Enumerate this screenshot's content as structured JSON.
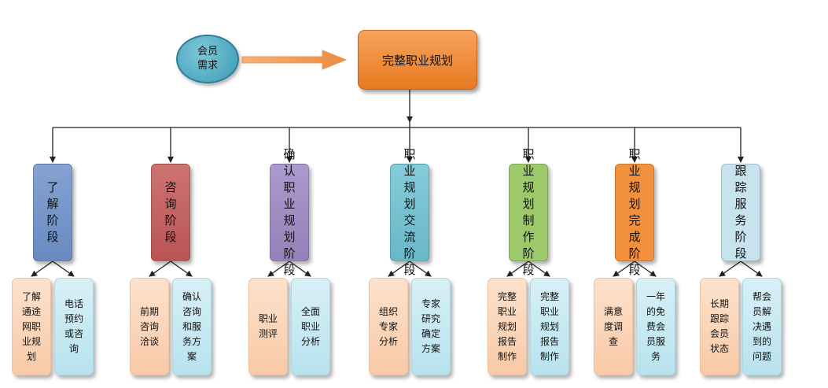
{
  "member_need": "会员\n需求",
  "root": "完整职业规划",
  "stages": [
    {
      "label": "了解阶段",
      "color": "#6f93cc",
      "subs": [
        "了解通途网职业规划",
        "电话预约或咨询"
      ]
    },
    {
      "label": "咨询阶段",
      "color": "#c55a59",
      "subs": [
        "前期咨询洽谈",
        "确认咨询和服务方案"
      ]
    },
    {
      "label": "确认职业规划阶段",
      "color": "#9d89c4",
      "subs": [
        "职业测评",
        "全面职业分析"
      ]
    },
    {
      "label": "职业规划交流阶段",
      "color": "#6fc3d4",
      "subs": [
        "组织专家分析",
        "专家研究确定方案"
      ]
    },
    {
      "label": "职业规划制作阶段",
      "color": "#9cc96a",
      "subs": [
        "完整职业规划报告制作",
        "完整职业规划报告制作"
      ]
    },
    {
      "label": "职业规划完成阶段",
      "color": "#f3903c",
      "subs": [
        "满意度调查",
        "一年的免费会员服务"
      ]
    },
    {
      "label": "跟踪服务阶段",
      "color": "#c6e3ee",
      "subs": [
        "长期跟踪会员状态",
        "帮会员解决遇到的问题"
      ]
    }
  ]
}
